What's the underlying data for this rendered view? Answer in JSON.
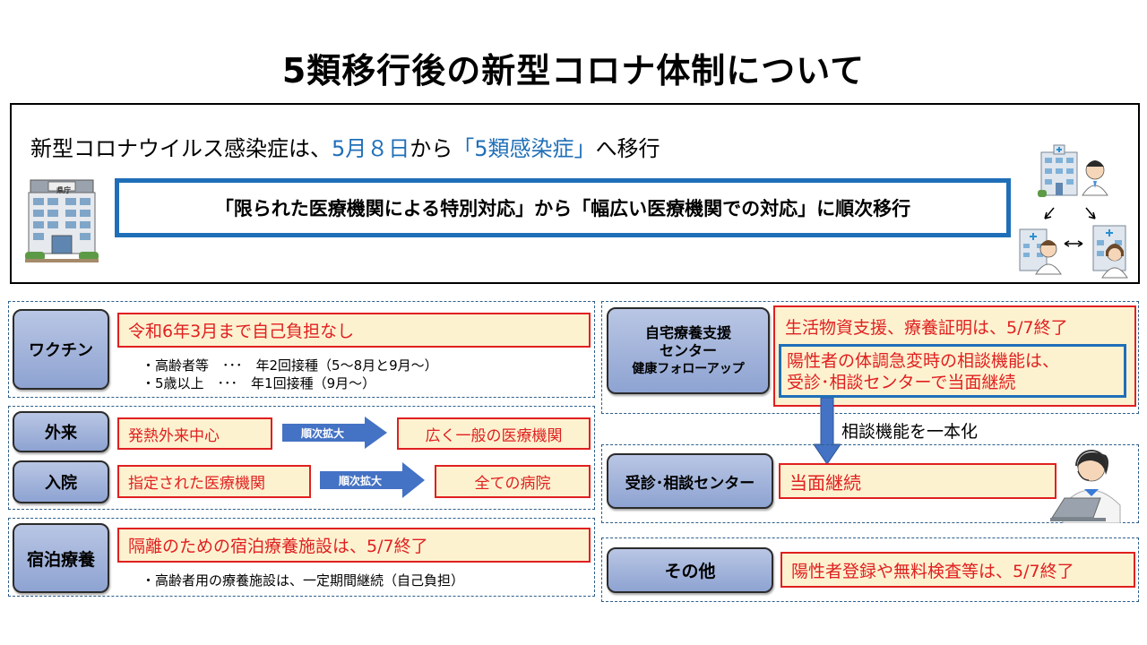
{
  "title": "5類移行後の新型コロナ体制について",
  "headline": {
    "part1": "新型コロナウイルス感染症は、",
    "part2": "5月８日",
    "part3": "から",
    "part4": "「5類感染症」",
    "part5": "へ移行"
  },
  "transition_text": "「限られた医療機関による特別対応」から「幅広い医療機関での対応」に順次移行",
  "prefecture_building_sign": "県庁",
  "vaccine": {
    "label": "ワクチン",
    "main": "令和6年3月まで自己負担なし",
    "note1": "・高齢者等　･･･　年2回接種（5～8月と9月～）",
    "note2": "・5歳以上　･･･　年1回接種（9月～）"
  },
  "outpatient": {
    "label": "外来",
    "from": "発熱外来中心",
    "arrow": "順次拡大",
    "to": "広く一般の医療機関"
  },
  "inpatient": {
    "label": "入院",
    "from": "指定された医療機関",
    "arrow": "順次拡大",
    "to": "全ての病院"
  },
  "lodging": {
    "label": "宿泊療養",
    "main": "隔離のための宿泊療養施設は、5/7終了",
    "note": "・高齢者用の療養施設は、一定期間継続（自己負担）"
  },
  "home_care": {
    "label_line1": "自宅療養支援",
    "label_line2": "センター",
    "label_line3": "健康フォローアップ",
    "item1": "生活物資支援、療養証明は、5/7終了",
    "item2_line1": "陽性者の体調急変時の相談機能は、",
    "item2_line2": "受診･相談センターで当面継続"
  },
  "merge_text": "相談機能を一本化",
  "consult_center": {
    "label": "受診･相談センター",
    "main": "当面継続"
  },
  "other": {
    "label": "その他",
    "main": "陽性者登録や無料検査等は、5/7終了"
  },
  "colors": {
    "accent_blue": "#1f6fb8",
    "alert_red": "#e02020",
    "box_fill": "#fdf2d0",
    "label_fill": "#9fb1da",
    "arrow_blue": "#4472c4"
  }
}
